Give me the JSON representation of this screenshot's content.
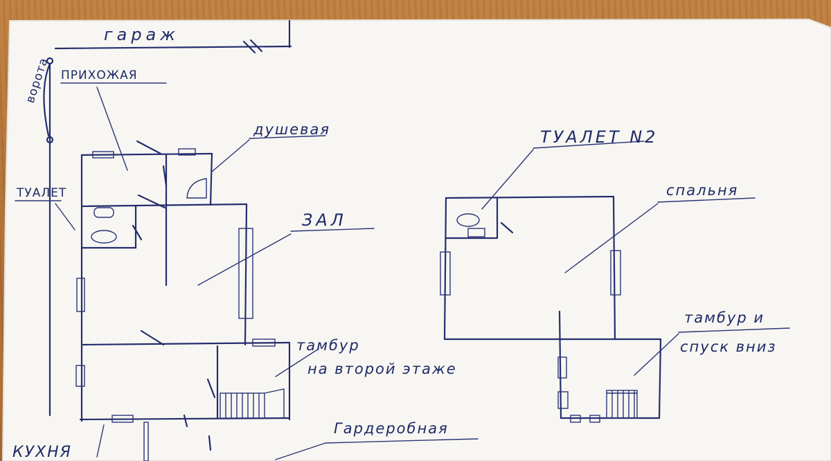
{
  "labels": {
    "garage": "гараж",
    "gate": "ворота",
    "hallway": "ПРИХОЖАЯ",
    "shower": "душевая",
    "toilet": "ТУАЛЕТ",
    "hall": "ЗАЛ",
    "kitchen": "КУХНЯ",
    "vestibule_1": "тамбур",
    "vestibule_1_sub": "на второй этаже",
    "wardrobe": "Гардеробная",
    "toilet_2": "ТУАЛЕТ N2",
    "bedroom": "спальня",
    "vestibule_2": "тамбур и",
    "vestibule_2_sub": "спуск вниз"
  }
}
